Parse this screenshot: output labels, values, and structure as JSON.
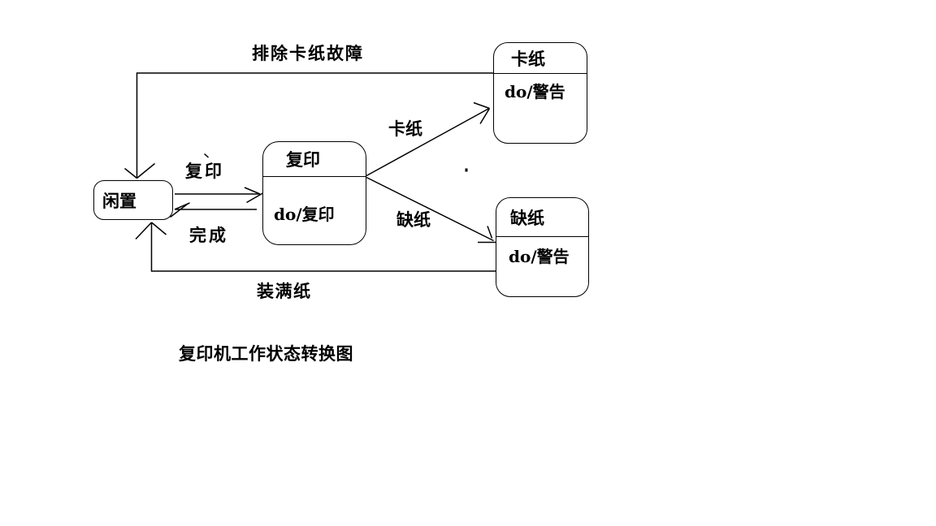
{
  "diagram": {
    "caption": "复印机工作状态转换图",
    "stroke_color": "#000000",
    "background": "#ffffff",
    "states": [
      {
        "name": "idle",
        "title": "闲置"
      },
      {
        "name": "copying",
        "title": "复印",
        "activity": "do/复印"
      },
      {
        "name": "paper-jam",
        "title": "卡纸",
        "activity": "do/警告"
      },
      {
        "name": "out-of-paper",
        "title": "缺纸",
        "activity": "do/警告"
      }
    ],
    "transitions": [
      {
        "name": "copy",
        "label": "复印",
        "from": "闲置",
        "to": "复印"
      },
      {
        "name": "done",
        "label": "完成",
        "from": "复印",
        "to": "闲置"
      },
      {
        "name": "jam",
        "label": "卡纸",
        "from": "复印",
        "to": "卡纸"
      },
      {
        "name": "no-paper",
        "label": "缺纸",
        "from": "复印",
        "to": "缺纸"
      },
      {
        "name": "clear-jam",
        "label": "排除卡纸故障",
        "from": "卡纸",
        "to": "闲置"
      },
      {
        "name": "load-paper",
        "label": "装满纸",
        "from": "缺纸",
        "to": "闲置"
      }
    ]
  }
}
